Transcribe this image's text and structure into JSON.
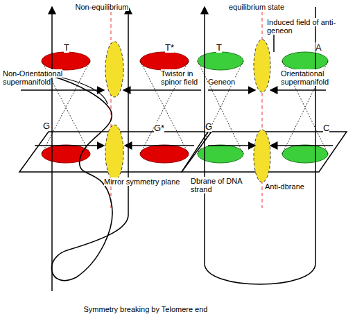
{
  "diagram": {
    "labels": [
      "Non-equilibrium",
      "equilibrium state",
      "Induced field of anti-geneon",
      "T",
      "T*",
      "Non-Orientational supermanifold",
      "Twistor in spinor field",
      "G",
      "G*",
      "Mirror symmetry plane",
      "Symmetry breaking by Telomere end",
      "T",
      "A",
      "Geneon",
      "Orientational supermanifold",
      "G",
      "C",
      "Dbrane of DNA strand",
      "Anti-dbrane"
    ]
  }
}
